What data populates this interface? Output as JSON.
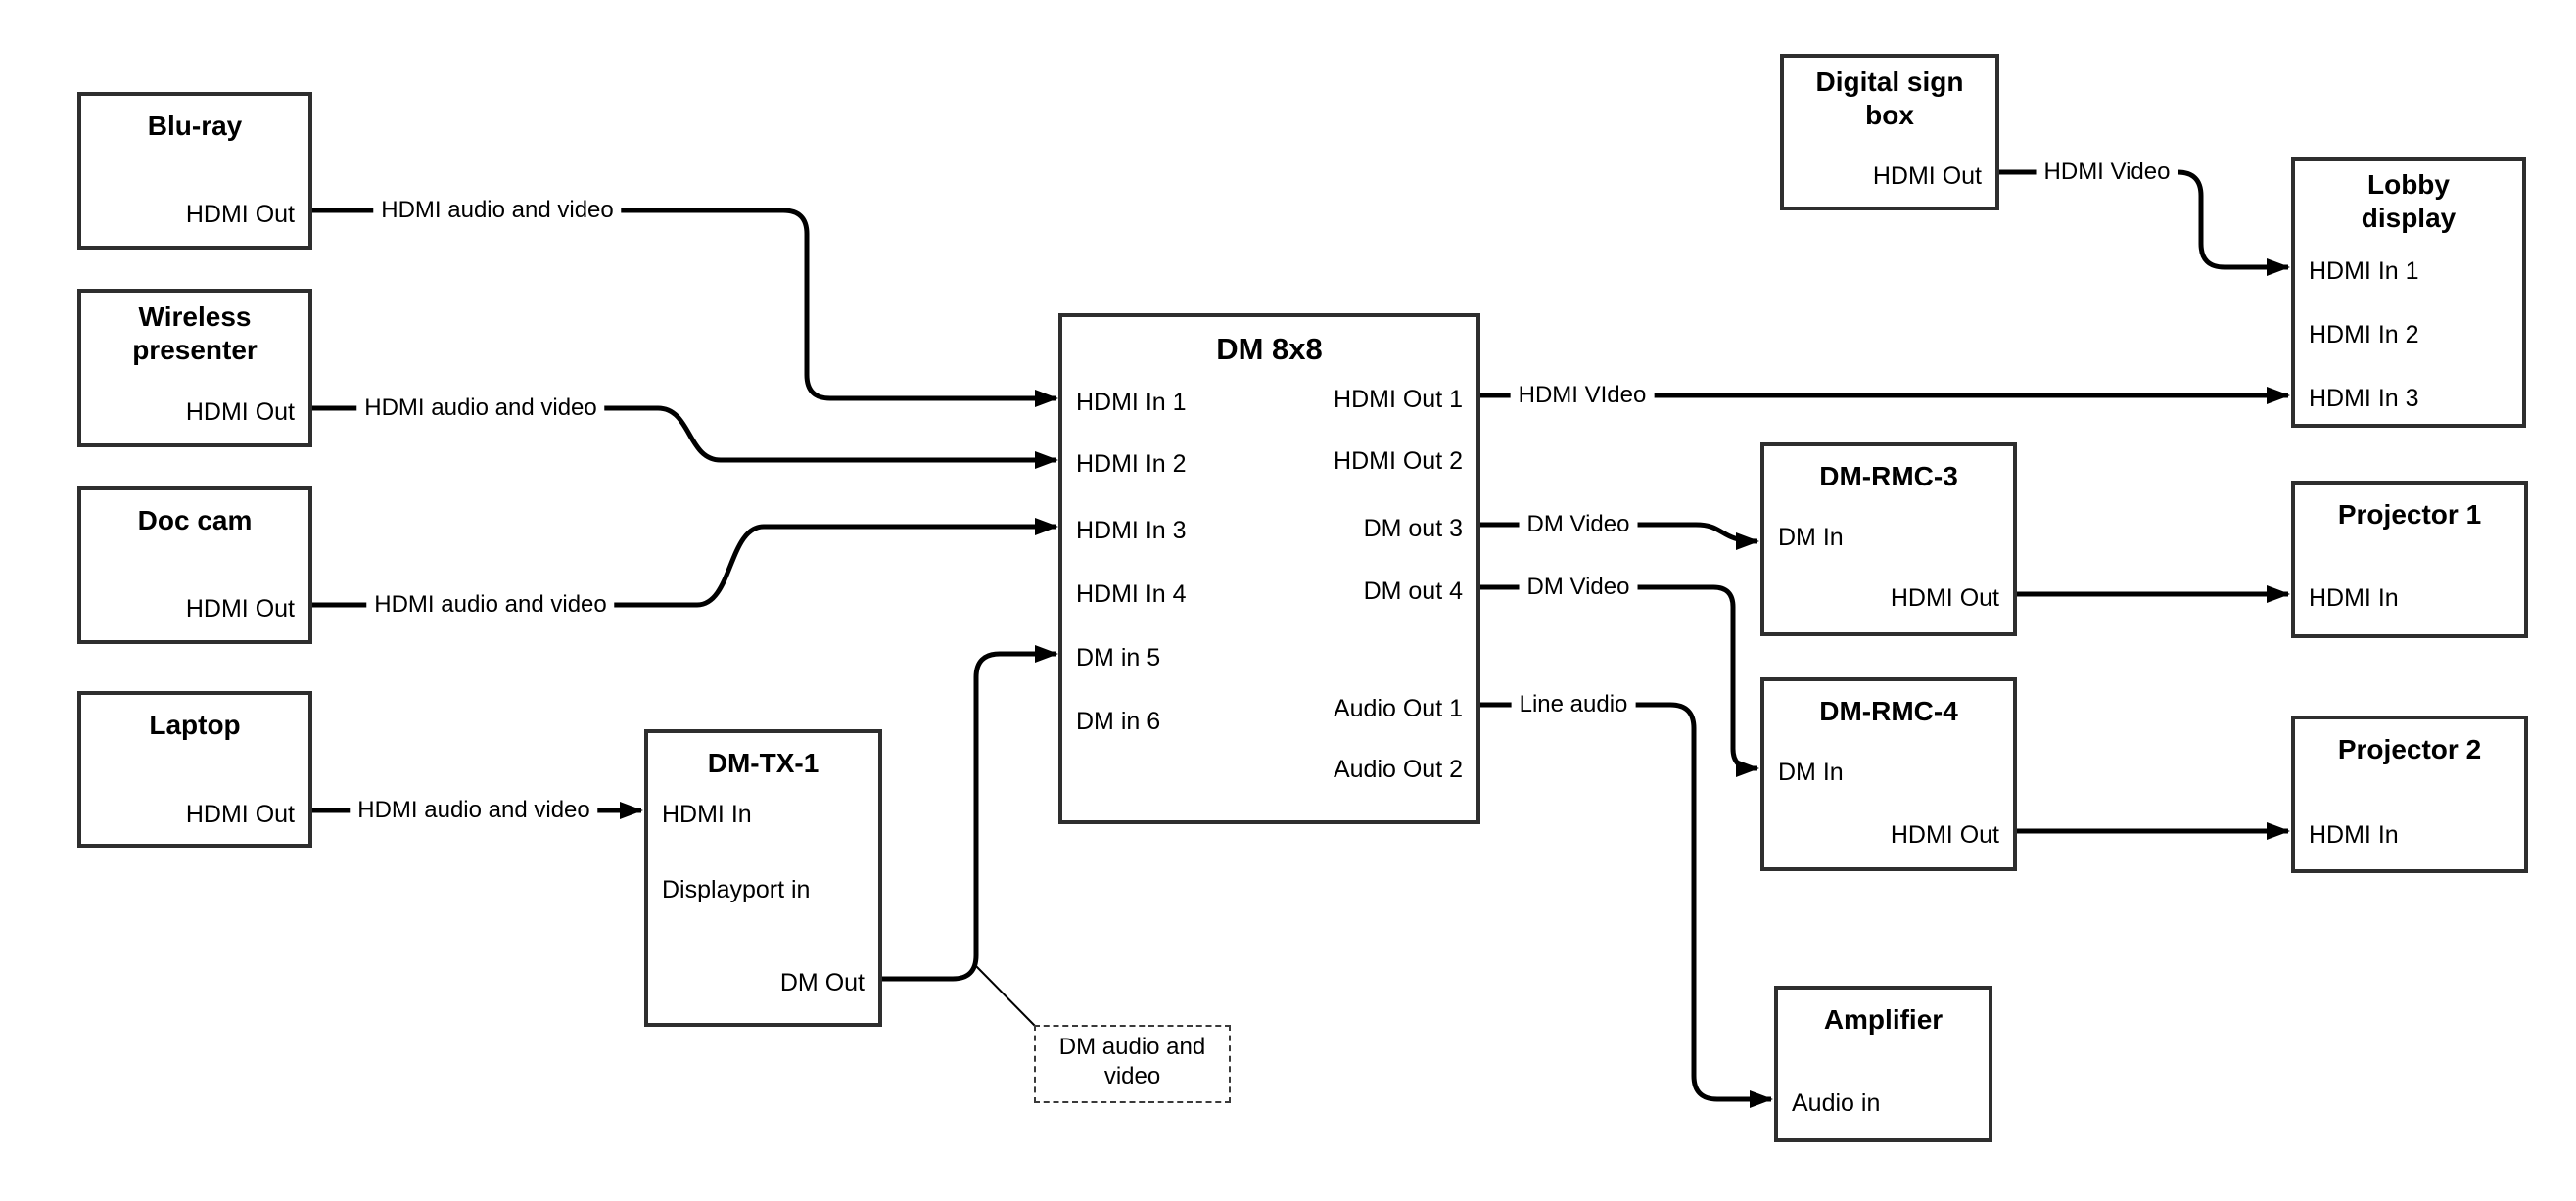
{
  "nodes": {
    "bluray": {
      "title": "Blu-ray",
      "port_out": "HDMI Out"
    },
    "wireless": {
      "title": "Wireless presenter",
      "port_out": "HDMI Out"
    },
    "doccam": {
      "title": "Doc cam",
      "port_out": "HDMI Out"
    },
    "laptop": {
      "title": "Laptop",
      "port_out": "HDMI Out"
    },
    "dmtx1": {
      "title": "DM-TX-1",
      "port_hdmi_in": "HDMI In",
      "port_dp_in": "Displayport in",
      "port_dm_out": "DM Out"
    },
    "dm8x8": {
      "title": "DM 8x8",
      "inputs": [
        "HDMI In 1",
        "HDMI In 2",
        "HDMI In 3",
        "HDMI In 4",
        "DM in 5",
        "DM in 6"
      ],
      "outputs": [
        "HDMI Out 1",
        "HDMI Out 2",
        "DM out 3",
        "DM out 4",
        "Audio Out 1",
        "Audio Out 2"
      ]
    },
    "digital_sign": {
      "title": "Digital sign box",
      "port_out": "HDMI Out"
    },
    "lobby": {
      "title": "Lobby display",
      "inputs": [
        "HDMI In 1",
        "HDMI In 2",
        "HDMI In 3"
      ]
    },
    "dmrmc3": {
      "title": "DM-RMC-3",
      "port_dm_in": "DM In",
      "port_hdmi_out": "HDMI Out"
    },
    "proj1": {
      "title": "Projector 1",
      "port_in": "HDMI In"
    },
    "dmrmc4": {
      "title": "DM-RMC-4",
      "port_dm_in": "DM In",
      "port_hdmi_out": "HDMI Out"
    },
    "proj2": {
      "title": "Projector 2",
      "port_in": "HDMI In"
    },
    "amplifier": {
      "title": "Amplifier",
      "port_in": "Audio in"
    }
  },
  "wire_labels": {
    "bluray": "HDMI audio and video",
    "wireless": "HDMI audio and video",
    "doccam": "HDMI audio and video",
    "laptop": "HDMI audio and video",
    "hdmi_out1": "HDMI VIdeo",
    "dm_out3": "DM Video",
    "dm_out4": "DM Video",
    "audio_out1": "Line audio",
    "digital_sign": "HDMI Video"
  },
  "callout": {
    "text": "DM audio and video"
  },
  "connections": [
    {
      "from": "Blu-ray HDMI Out",
      "to": "DM 8x8 HDMI In 1",
      "label": "HDMI audio and video"
    },
    {
      "from": "Wireless presenter HDMI Out",
      "to": "DM 8x8 HDMI In 2",
      "label": "HDMI audio and video"
    },
    {
      "from": "Doc cam HDMI Out",
      "to": "DM 8x8 HDMI In 3",
      "label": "HDMI audio and video"
    },
    {
      "from": "Laptop HDMI Out",
      "to": "DM-TX-1 HDMI In",
      "label": "HDMI audio and video"
    },
    {
      "from": "DM-TX-1 DM Out",
      "to": "DM 8x8 DM in 5",
      "label": "DM audio and video"
    },
    {
      "from": "DM 8x8 HDMI Out 1",
      "to": "Lobby display HDMI In 3",
      "label": "HDMI VIdeo"
    },
    {
      "from": "DM 8x8 DM out 3",
      "to": "DM-RMC-3 DM In",
      "label": "DM Video"
    },
    {
      "from": "DM 8x8 DM out 4",
      "to": "DM-RMC-4 DM In",
      "label": "DM Video"
    },
    {
      "from": "DM 8x8 Audio Out 1",
      "to": "Amplifier Audio in",
      "label": "Line audio"
    },
    {
      "from": "Digital sign box HDMI Out",
      "to": "Lobby display HDMI In 1",
      "label": "HDMI Video"
    },
    {
      "from": "DM-RMC-3 HDMI Out",
      "to": "Projector 1 HDMI In",
      "label": ""
    },
    {
      "from": "DM-RMC-4 HDMI Out",
      "to": "Projector 2 HDMI In",
      "label": ""
    }
  ],
  "colors": {
    "line": "#000000",
    "border": "#2e2e2e",
    "background": "#ffffff",
    "text": "#000000"
  }
}
